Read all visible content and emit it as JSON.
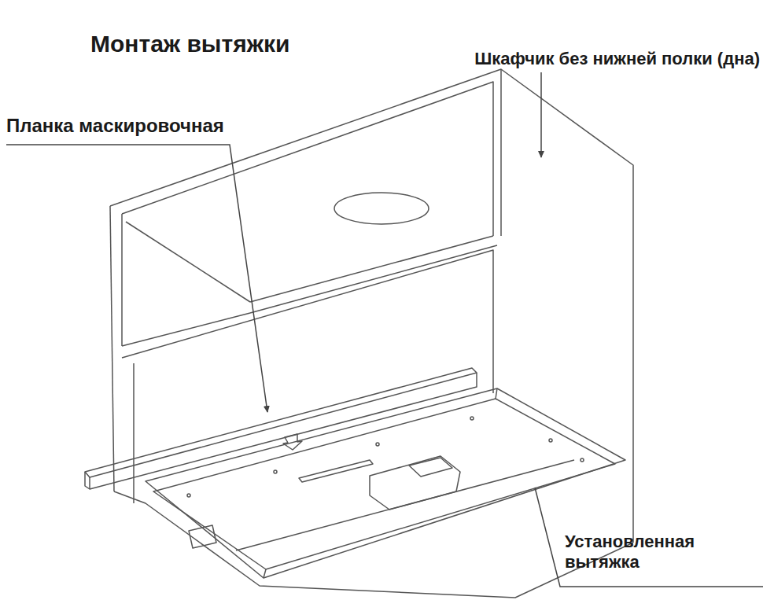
{
  "diagram": {
    "title": "Монтаж вытяжки",
    "labels": [
      "Шкафчик без нижней полки (дна)",
      "Планка маскировочная",
      "Установленная вытяжка"
    ]
  }
}
